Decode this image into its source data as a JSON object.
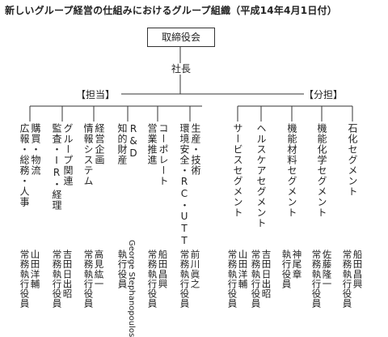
{
  "title": "新しいグループ経営の仕組みにおけるグループ組織（平成14年4月1日付）",
  "board": "取締役会",
  "president": "社長",
  "tanto_label": "【担当】",
  "bunzen_label": "【分担】",
  "tanto": [
    {
      "lines": [
        "広報・総務・人事",
        "購買・物流"
      ],
      "officer": "常務執行役員",
      "name": "山田洋輔"
    },
    {
      "lines": [
        "監査・IR・経理",
        "グループ関連"
      ],
      "officer": "常務執行役員",
      "name": "吉田日出昭"
    },
    {
      "lines": [
        "情報システム",
        "経営企画"
      ],
      "officer": "常務執行役員",
      "name": "高見紘一"
    },
    {
      "lines": [
        "知的財産",
        "R&D"
      ],
      "officer": "執行役員",
      "name": "George Stephanopoulos"
    },
    {
      "lines": [
        "営業推進",
        "コーポレート"
      ],
      "officer": "常務執行役員",
      "name": "船田昌興"
    },
    {
      "lines": [
        "環境安全・RC・UTT",
        "生産・技術"
      ],
      "officer": "常務執行役員",
      "name": "前川眞之"
    }
  ],
  "bunzen": [
    {
      "lines": [
        "サービスセグメント"
      ],
      "officer": "常務執行役員",
      "name": "山田洋輔"
    },
    {
      "lines": [
        "ヘルスケアセグメント"
      ],
      "officer": "常務執行役員",
      "name": "吉田日出昭"
    },
    {
      "lines": [
        "機能材料セグメント"
      ],
      "officer": "執行役員",
      "name": "神尾章"
    },
    {
      "lines": [
        "機能化学セグメント"
      ],
      "officer": "常務執行役員",
      "name": "佐藤隆一"
    },
    {
      "lines": [
        "石化セグメント"
      ],
      "officer": "常務執行役員",
      "name": "船田昌興"
    }
  ]
}
